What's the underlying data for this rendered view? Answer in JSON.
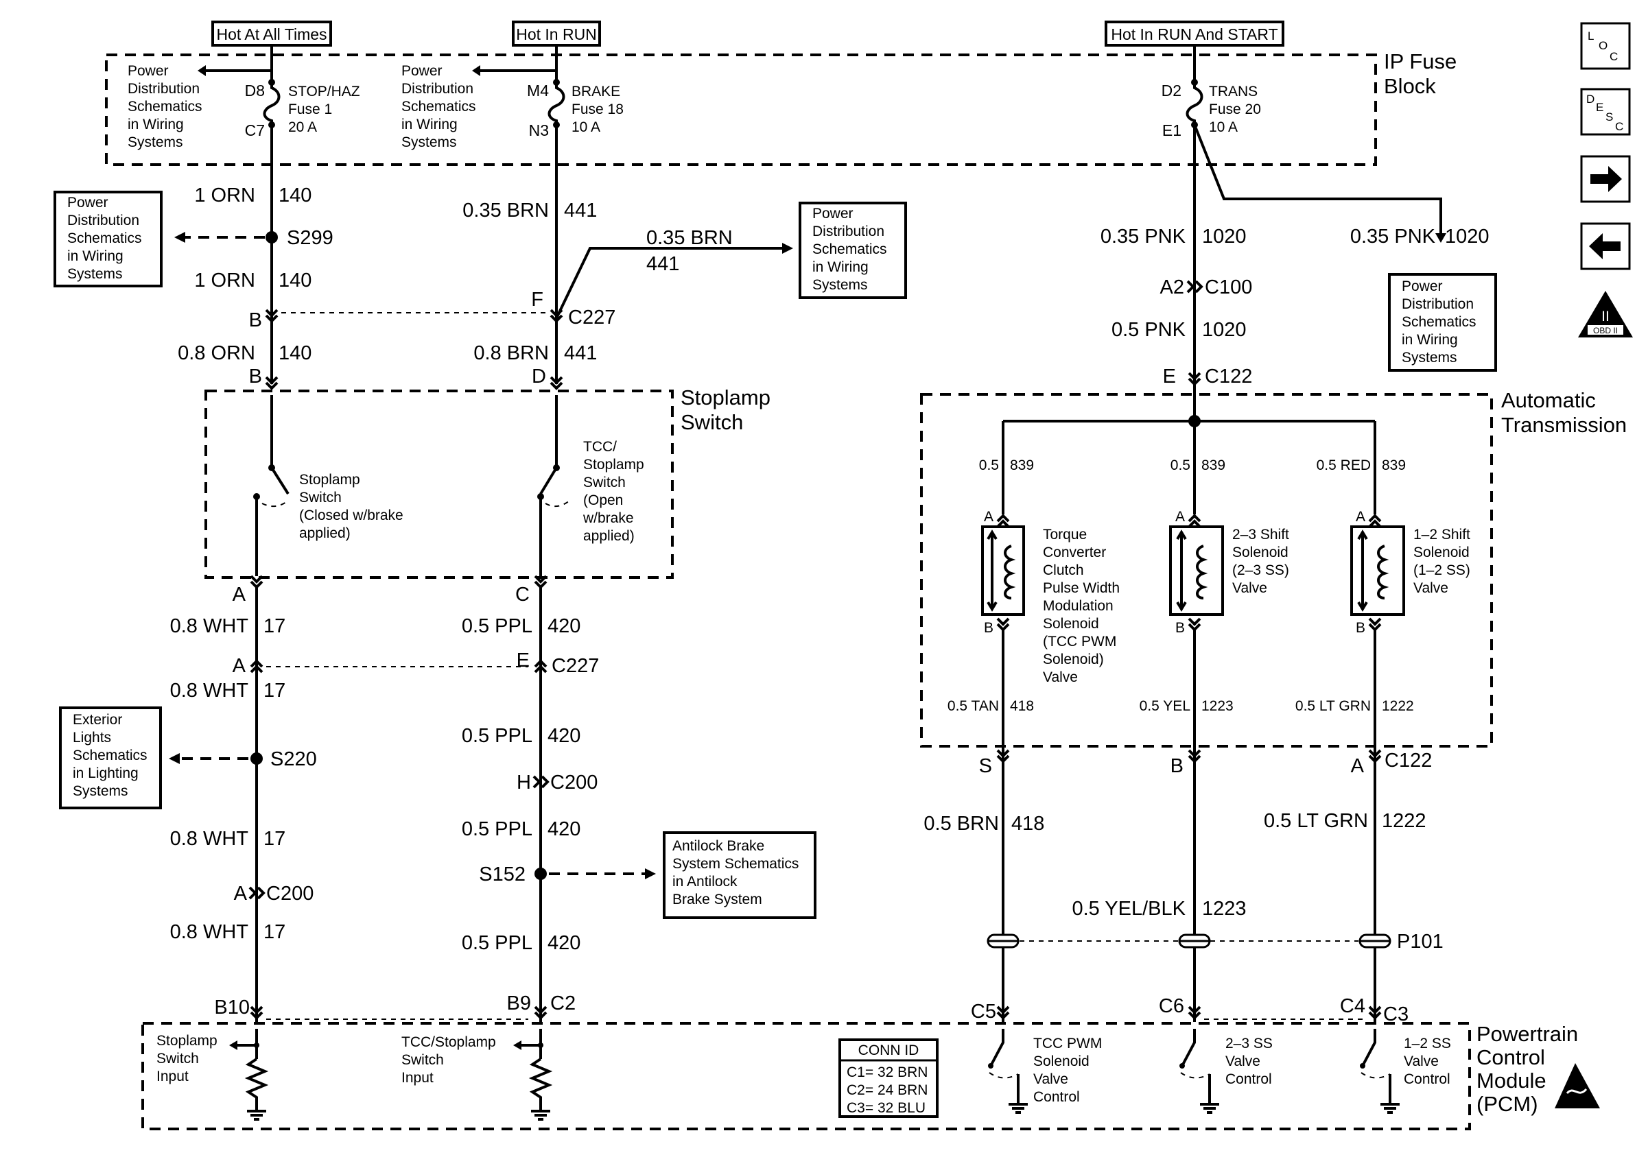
{
  "header": {
    "hot_always": "Hot At All Times",
    "hot_run": "Hot In RUN",
    "hot_run_start": "Hot In RUN And START"
  },
  "fuse_block": {
    "label_1": "IP Fuse",
    "label_2": "Block",
    "fuse1": {
      "top_pin": "D8",
      "bottom_pin": "C7",
      "name": "STOP/HAZ",
      "fuse": "Fuse 1",
      "rating": "20 A"
    },
    "fuse18": {
      "top_pin": "M4",
      "bottom_pin": "N3",
      "name": "BRAKE",
      "fuse": "Fuse 18",
      "rating": "10 A"
    },
    "fuse20": {
      "top_pin": "D2",
      "bottom_pin": "E1",
      "name": "TRANS",
      "fuse": "Fuse 20",
      "rating": "10 A"
    }
  },
  "refs": {
    "power_dist": [
      "Power",
      "Distribution",
      "Schematics",
      "in Wiring",
      "Systems"
    ],
    "exterior_lights": [
      "Exterior",
      "Lights",
      "Schematics",
      "in Lighting",
      "Systems"
    ],
    "antilock": [
      "Antilock Brake",
      "System Schematics",
      "in Antilock",
      "Brake System"
    ]
  },
  "wires": {
    "w1": {
      "size": "1 ORN",
      "circuit": "140"
    },
    "w2": {
      "size": "1 ORN",
      "circuit": "140"
    },
    "w3": {
      "size": "0.8 ORN",
      "circuit": "140"
    },
    "w4": {
      "size": "0.35 BRN",
      "circuit": "441"
    },
    "w5": {
      "size": "0.35 BRN",
      "circuit": "441"
    },
    "w6": {
      "size": "0.8 BRN",
      "circuit": "441"
    },
    "w7": {
      "size": "0.8 WHT",
      "circuit": "17"
    },
    "w8": {
      "size": "0.8 WHT",
      "circuit": "17"
    },
    "w9": {
      "size": "0.8 WHT",
      "circuit": "17"
    },
    "w10": {
      "size": "0.8 WHT",
      "circuit": "17"
    },
    "w11": {
      "size": "0.5 PPL",
      "circuit": "420"
    },
    "w12": {
      "size": "0.5 PPL",
      "circuit": "420"
    },
    "w13": {
      "size": "0.5 PPL",
      "circuit": "420"
    },
    "w14": {
      "size": "0.5 PPL",
      "circuit": "420"
    },
    "w15": {
      "size": "0.35 PNK",
      "circuit": "1020"
    },
    "w16": {
      "size": "0.35 PNK",
      "circuit": "1020"
    },
    "w17": {
      "size": "0.5 PNK",
      "circuit": "1020"
    },
    "w18": {
      "size": "0.5",
      "circuit": "839"
    },
    "w19": {
      "size": "0.5",
      "circuit": "839"
    },
    "w20": {
      "size": "0.5 RED",
      "circuit": "839"
    },
    "w21": {
      "size": "0.5 TAN",
      "circuit": "418"
    },
    "w22": {
      "size": "0.5 YEL",
      "circuit": "1223"
    },
    "w23": {
      "size": "0.5 LT GRN",
      "circuit": "1222"
    },
    "w24": {
      "size": "0.5 BRN",
      "circuit": "418"
    },
    "w25": {
      "size": "0.5 YEL/BLK",
      "circuit": "1223"
    },
    "w26": {
      "size": "0.5 LT GRN",
      "circuit": "1222"
    }
  },
  "connectors": {
    "s299": "S299",
    "s220": "S220",
    "s152": "S152",
    "c227": "C227",
    "c200": "C200",
    "c100": "C100",
    "c122": "C122",
    "p101": "P101",
    "c2": "C2",
    "c3": "C3",
    "pin_b": "B",
    "pin_f": "F",
    "pin_d": "D",
    "pin_a": "A",
    "pin_c": "C",
    "pin_e": "E",
    "pin_h": "H",
    "pin_a2": "A2",
    "pin_s": "S",
    "b10": "B10",
    "b9": "B9",
    "c5": "C5",
    "c6": "C6",
    "c4": "C4"
  },
  "stoplamp": {
    "label_1": "Stoplamp",
    "label_2": "Switch",
    "sw1": [
      "Stoplamp",
      "Switch",
      "(Closed w/brake",
      "applied)"
    ],
    "sw2": [
      "TCC/",
      "Stoplamp",
      "Switch",
      "(Open",
      "w/brake",
      "applied)"
    ]
  },
  "transmission": {
    "label_1": "Automatic",
    "label_2": "Transmission",
    "sol1": [
      "Torque",
      "Converter",
      "Clutch",
      "Pulse Width",
      "Modulation",
      "Solenoid",
      "(TCC PWM",
      "Solenoid)",
      "Valve"
    ],
    "sol2": [
      "2–3 Shift",
      "Solenoid",
      "(2–3 SS)",
      "Valve"
    ],
    "sol3": [
      "1–2 Shift",
      "Solenoid",
      "(1–2 SS)",
      "Valve"
    ]
  },
  "pcm": {
    "label": [
      "Powertrain",
      "Control",
      "Module",
      "(PCM)"
    ],
    "in1": [
      "Stoplamp",
      "Switch",
      "Input"
    ],
    "in2": [
      "TCC/Stoplamp",
      "Switch",
      "Input"
    ],
    "out1": [
      "TCC PWM",
      "Solenoid",
      "Valve",
      "Control"
    ],
    "out2": [
      "2–3 SS",
      "Valve",
      "Control"
    ],
    "out3": [
      "1–2 SS",
      "Valve",
      "Control"
    ],
    "conn_title": "CONN ID",
    "conn": [
      "C1= 32 BRN",
      "C2= 24 BRN",
      "C3= 32 BLU"
    ]
  },
  "nav": {
    "loc_1": "L",
    "loc_2": "O",
    "loc_3": "C",
    "desc_1": "D",
    "desc_2": "E",
    "desc_3": "S",
    "desc_4": "C",
    "obd_1": "II",
    "obd_2": "OBD II"
  }
}
